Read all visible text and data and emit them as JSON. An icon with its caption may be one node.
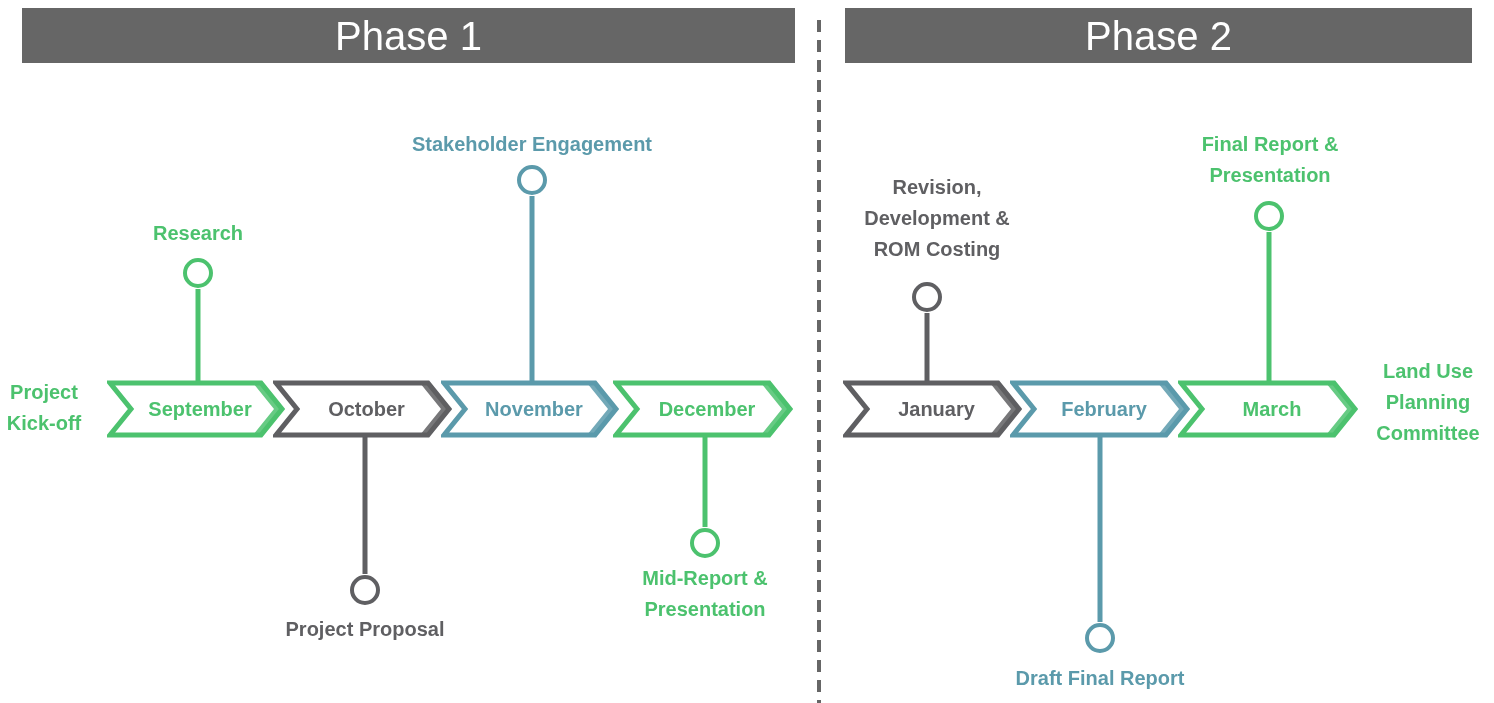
{
  "diagram": {
    "nodes": [
      {
        "text": [
          "Phase 1"
        ]
      },
      {
        "text": [
          "Phase 2"
        ]
      },
      {
        "text": [
          "September"
        ]
      },
      {
        "text": [
          "October"
        ]
      },
      {
        "text": [
          "November"
        ]
      },
      {
        "text": [
          "December"
        ]
      },
      {
        "text": [
          "January"
        ]
      },
      {
        "text": [
          "February"
        ]
      },
      {
        "text": [
          "March"
        ]
      },
      {
        "text": [],
        "shape": "circle",
        "beside": [
          "Research"
        ]
      },
      {
        "text": [],
        "shape": "circle",
        "beside": [
          "Stakeholder Engagement"
        ]
      },
      {
        "text": [],
        "shape": "circle",
        "beside": [
          "Project Proposal"
        ]
      },
      {
        "text": [],
        "shape": "circle",
        "beside": [
          "Mid-Report & Presentation"
        ]
      },
      {
        "text": [],
        "shape": "circle",
        "beside": [
          "Revision, Development & ROM Costing"
        ]
      },
      {
        "text": [],
        "shape": "circle",
        "beside": [
          "Final Report & Presentation"
        ]
      },
      {
        "text": [],
        "shape": "circle",
        "beside": [
          "Draft Final Report"
        ]
      }
    ],
    "edges": [
      {
        "from": 9,
        "to": 2,
        "arrow": "none"
      },
      {
        "from": 10,
        "to": 4,
        "arrow": "none",
        "color": "#5b9aab"
      },
      {
        "from": 11,
        "to": 3,
        "arrow": "none",
        "color": "#5f5f62"
      },
      {
        "from": 12,
        "to": 5,
        "arrow": "none"
      },
      {
        "from": 13,
        "to": 6,
        "arrow": "none",
        "color": "#5f5f62"
      },
      {
        "from": 14,
        "to": 8,
        "arrow": "none"
      },
      {
        "from": 15,
        "to": 7,
        "arrow": "none",
        "color": "#5b9aab"
      }
    ],
    "labels": [
      "Project Kick-off",
      "Land Use Planning Committee"
    ]
  }
}
